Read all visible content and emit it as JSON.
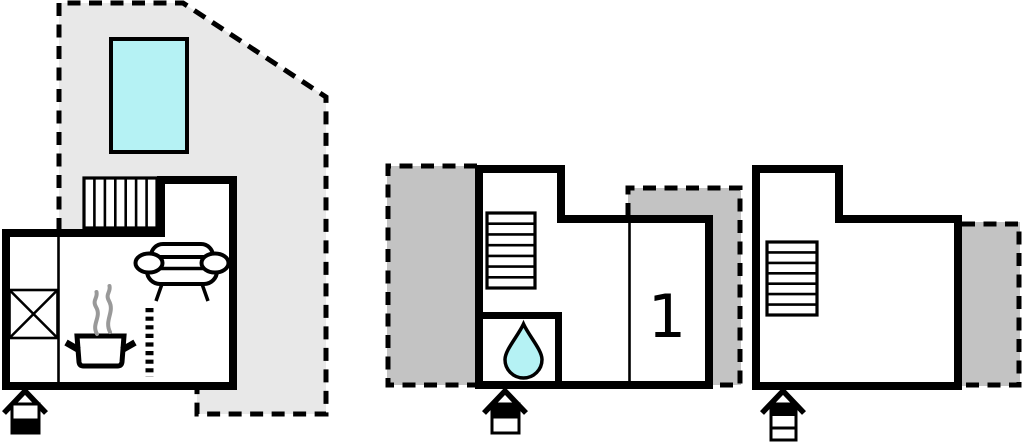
{
  "rooms": {
    "bedroom_label": "1"
  },
  "colors": {
    "wall": "#000000",
    "terrace_light": "#e8e8e8",
    "terrace_dark": "#c3c3c3",
    "water": "#b5f2f4",
    "steam": "#999999",
    "floor": "#ffffff"
  },
  "sections": {
    "ground_floor": {
      "symbols": [
        "terrace-dashed-area",
        "swimming-pool",
        "staircase",
        "wardrobe",
        "cooking-pot",
        "steam",
        "sofa",
        "ladder",
        "house-level-ground-icon"
      ]
    },
    "first_floor": {
      "symbols": [
        "terrace-left-dashed-area",
        "terrace-right-dashed-area",
        "staircase",
        "shower-water-drop",
        "bedroom-1",
        "house-level-first-icon"
      ]
    },
    "top_floor": {
      "symbols": [
        "staircase",
        "terrace-right-dashed-area",
        "house-level-top-icon"
      ]
    }
  }
}
